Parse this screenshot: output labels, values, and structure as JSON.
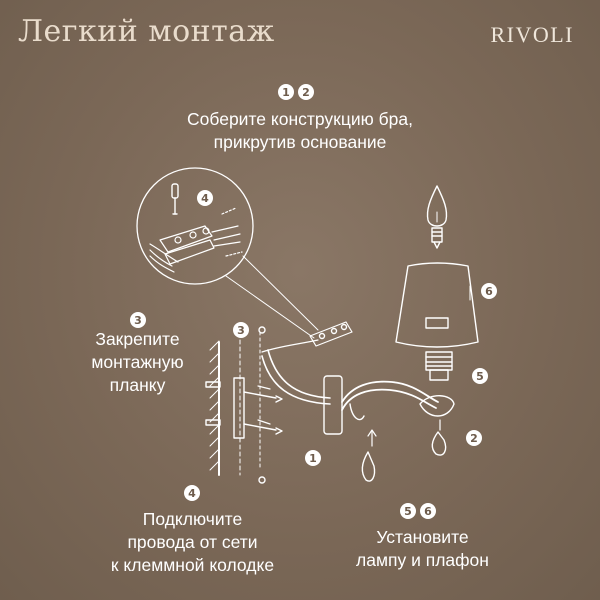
{
  "header": {
    "title": "Легкий монтаж",
    "brand": "RIVOLI"
  },
  "steps": {
    "assemble": {
      "badges": [
        "1",
        "2"
      ],
      "lines": [
        "Соберите конструкцию бра,",
        "прикрутив основание"
      ]
    },
    "plate": {
      "badges": [
        "3"
      ],
      "lines": [
        "Закрепите",
        "монтажную",
        "планку"
      ]
    },
    "connect": {
      "badges": [
        "4"
      ],
      "lines": [
        "Подключите",
        "провода от сети",
        "к клеммной колодке"
      ]
    },
    "lamp": {
      "badges": [
        "5",
        "6"
      ],
      "lines": [
        "Установите",
        "лампу и плафон"
      ]
    }
  },
  "diagram_markers": {
    "terminal": "4",
    "plate": "3",
    "shade": "6",
    "socket": "5",
    "crystal": "2",
    "arm": "1"
  }
}
